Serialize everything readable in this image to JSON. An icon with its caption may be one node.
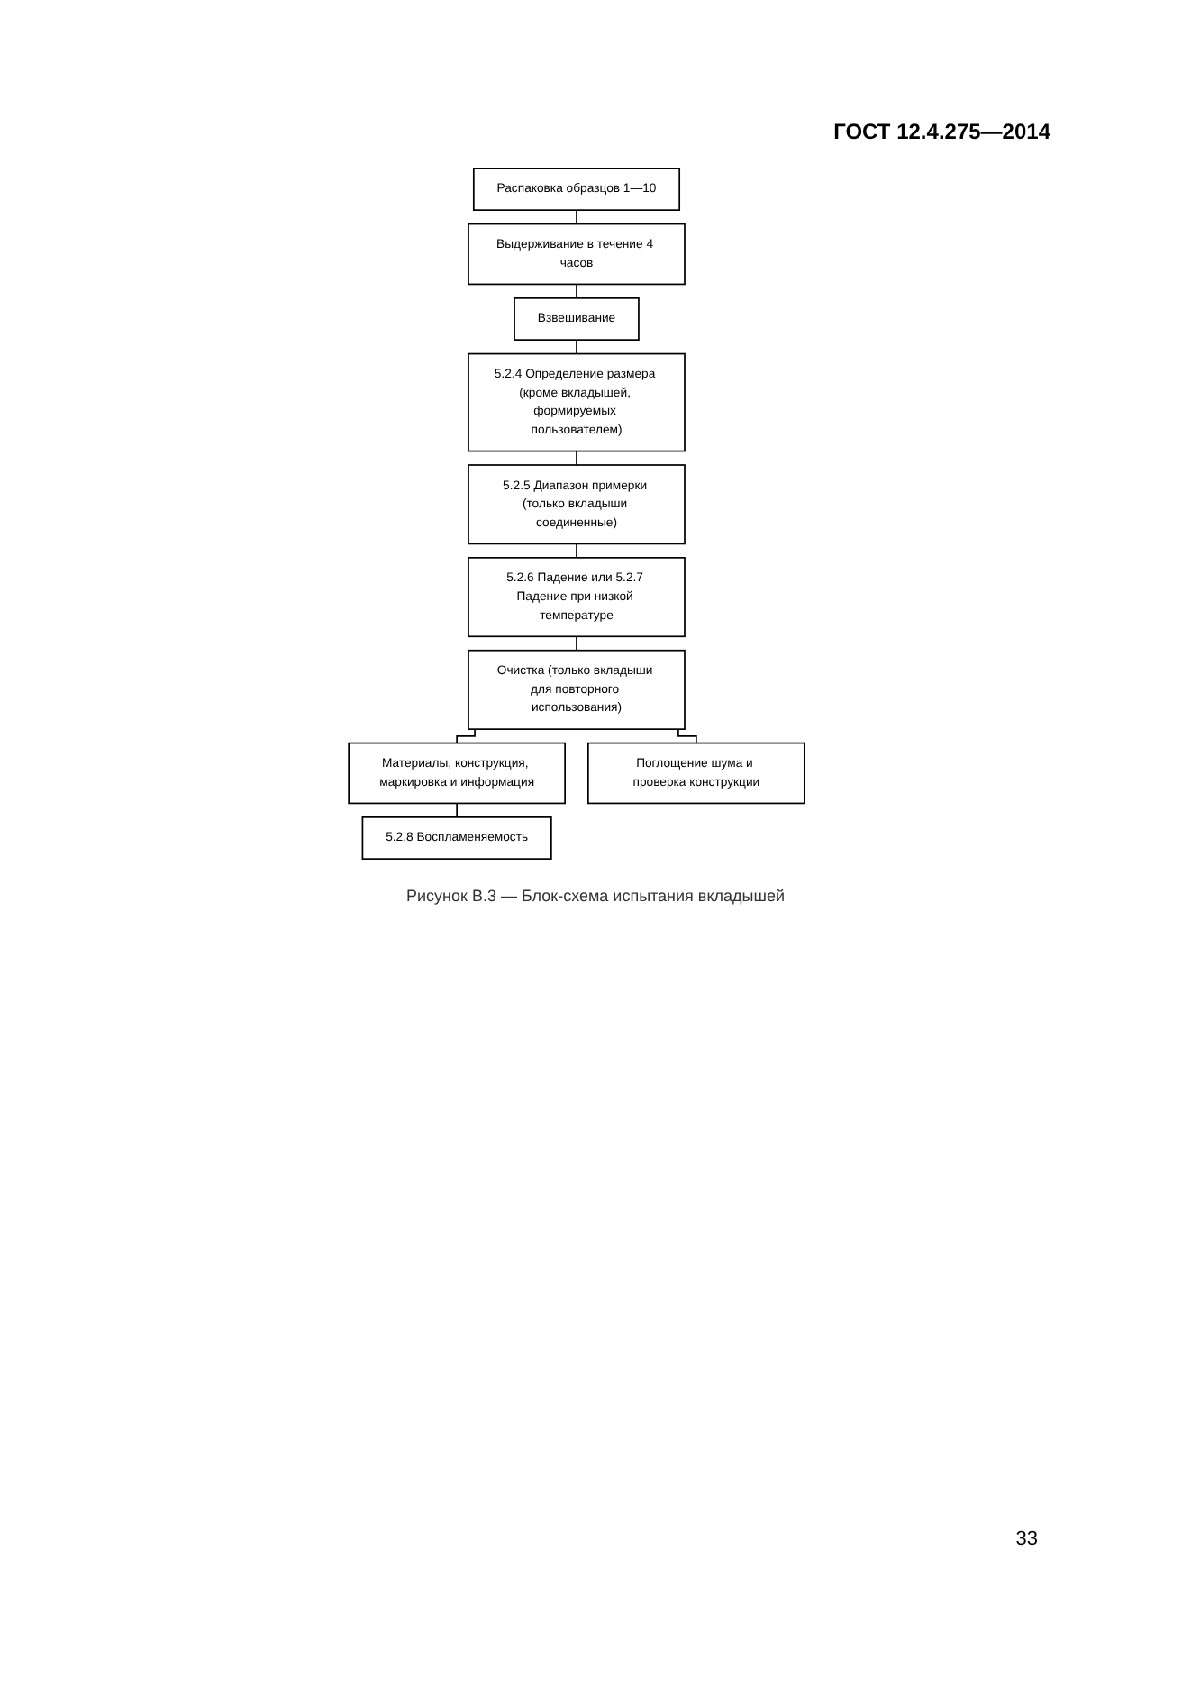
{
  "diagram": {
    "caption": "Рисунок В.3 — Блок-схема испытания вкладышей",
    "nodes": [
      {
        "text": [
          "Распаковка образцов 1—10"
        ]
      },
      {
        "text": [
          "Выдерживание в течение 4 часов"
        ]
      },
      {
        "text": [
          "Взвешивание"
        ]
      },
      {
        "text": [
          "5.2.4 Определение размера (кроме вкладышей, формируемых пользователем)"
        ]
      },
      {
        "text": [
          "5.2.5 Диапазон примерки (только вкладыши соединенные)"
        ]
      },
      {
        "text": [
          "5.2.6 Падение или 5.2.7 Падение при низкой температуре"
        ]
      },
      {
        "text": [
          "Очистка (только вкладыши для повторного использования)"
        ]
      },
      {
        "text": [
          "Материалы, конструкция, маркировка и информация"
        ]
      },
      {
        "text": [
          "Поглощение шума и проверка конструкции"
        ]
      },
      {
        "text": [
          "5.2.8 Воспламеняемость"
        ]
      }
    ],
    "edges": [
      {
        "from": 0,
        "to": 1,
        "arrow": "none"
      },
      {
        "from": 1,
        "to": 2,
        "arrow": "none"
      },
      {
        "from": 2,
        "to": 3,
        "arrow": "none"
      },
      {
        "from": 3,
        "to": 4,
        "arrow": "none"
      },
      {
        "from": 4,
        "to": 5,
        "arrow": "none"
      },
      {
        "from": 5,
        "to": 6,
        "arrow": "none"
      },
      {
        "from": 6,
        "to": 8,
        "arrow": "none"
      },
      {
        "from": 6,
        "to": 7,
        "arrow": "none"
      },
      {
        "from": 7,
        "to": 9,
        "arrow": "none"
      }
    ],
    "labels": [
      "ГОСТ 12.4.275—2014",
      "33"
    ]
  }
}
